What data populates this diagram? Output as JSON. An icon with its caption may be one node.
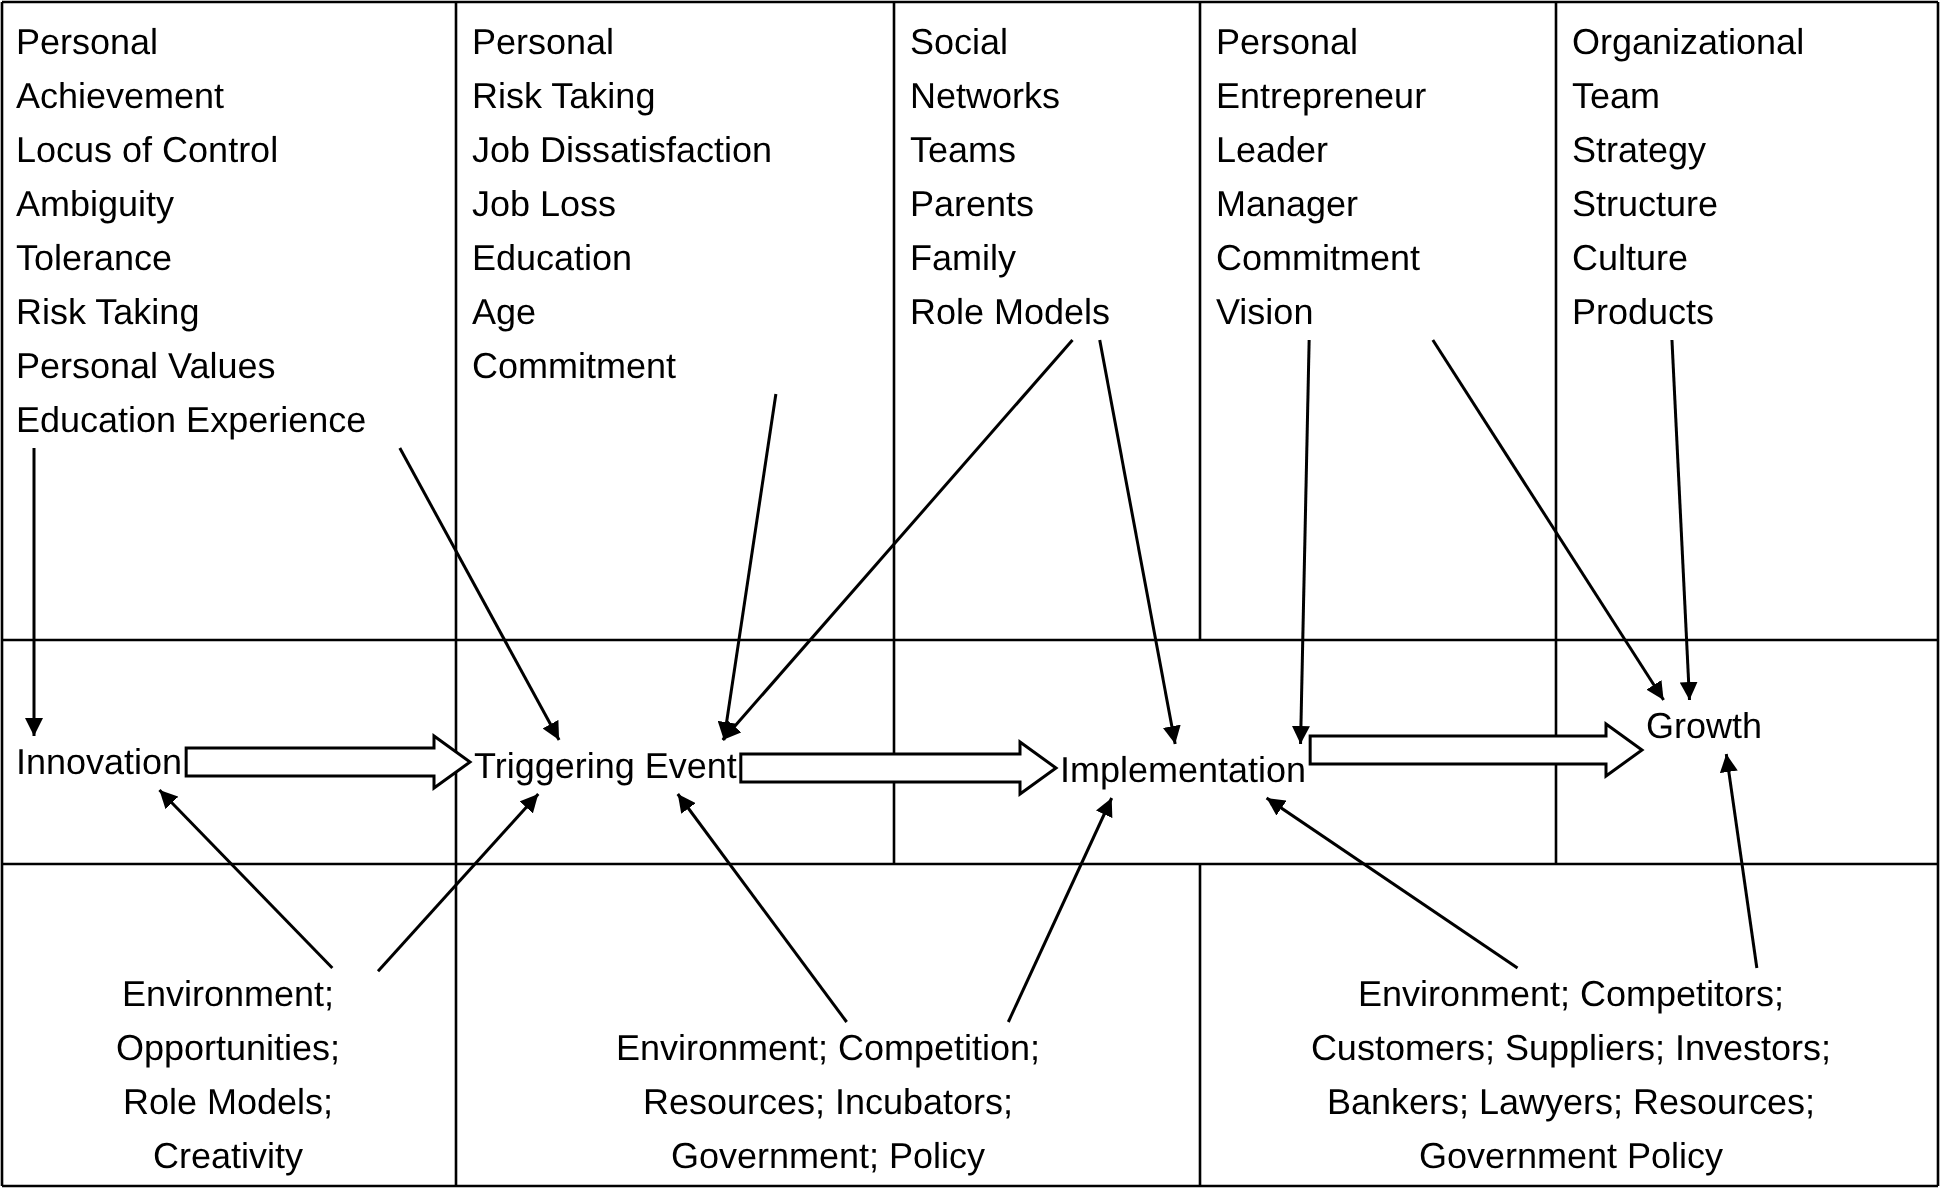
{
  "diagram": {
    "nodes": [
      {
        "text": [
          "Personal",
          "Achievement",
          "Locus of Control",
          "Ambiguity",
          "Tolerance",
          "Risk Taking",
          "Personal Values",
          "Education Experience"
        ]
      },
      {
        "text": [
          "Personal",
          "Risk Taking",
          "Job Dissatisfaction",
          "Job Loss",
          "Education",
          "Age",
          "Commitment"
        ]
      },
      {
        "text": [
          "Social",
          "Networks",
          "Teams",
          "Parents",
          "Family",
          "Role Models"
        ]
      },
      {
        "text": [
          "Personal",
          "Entrepreneur",
          "Leader",
          "Manager",
          "Commitment",
          "Vision"
        ]
      },
      {
        "text": [
          "Organizational",
          "Team",
          "Strategy",
          "Structure",
          "Culture",
          "Products"
        ]
      },
      {
        "text": [
          "Innovation"
        ]
      },
      {
        "text": [
          "Triggering Event"
        ]
      },
      {
        "text": [
          "Implementation"
        ]
      },
      {
        "text": [
          "Growth"
        ]
      },
      {
        "text": [
          "Environment; Opportunities; Role Models; Creativity"
        ]
      },
      {
        "text": [
          "Environment; Competition; Resources; Incubators; Government; Policy"
        ]
      },
      {
        "text": [
          "Environment; Competitors; Customers; Suppliers; Investors; Bankers; Lawyers; Resources; Government Policy"
        ]
      }
    ],
    "edges": [
      {
        "from": 0,
        "to": 5,
        "arrow": "to"
      },
      {
        "from": 0,
        "to": 6,
        "arrow": "to"
      },
      {
        "from": 1,
        "to": 6,
        "arrow": "to"
      },
      {
        "from": 2,
        "to": 6,
        "arrow": "to"
      },
      {
        "from": 2,
        "to": 7,
        "arrow": "to"
      },
      {
        "from": 3,
        "to": 7,
        "arrow": "to"
      },
      {
        "from": 3,
        "to": 8,
        "arrow": "to"
      },
      {
        "from": 4,
        "to": 8,
        "arrow": "to"
      },
      {
        "from": 5,
        "to": 6,
        "arrow": "to",
        "style": "thick"
      },
      {
        "from": 6,
        "to": 7,
        "arrow": "to",
        "style": "thick"
      },
      {
        "from": 7,
        "to": 8,
        "arrow": "to",
        "style": "thick"
      },
      {
        "from": 9,
        "to": 5,
        "arrow": "to"
      },
      {
        "from": 9,
        "to": 6,
        "arrow": "to"
      },
      {
        "from": 10,
        "to": 6,
        "arrow": "to"
      },
      {
        "from": 10,
        "to": 7,
        "arrow": "to"
      },
      {
        "from": 11,
        "to": 7,
        "arrow": "to"
      },
      {
        "from": 11,
        "to": 8,
        "arrow": "to"
      }
    ]
  }
}
